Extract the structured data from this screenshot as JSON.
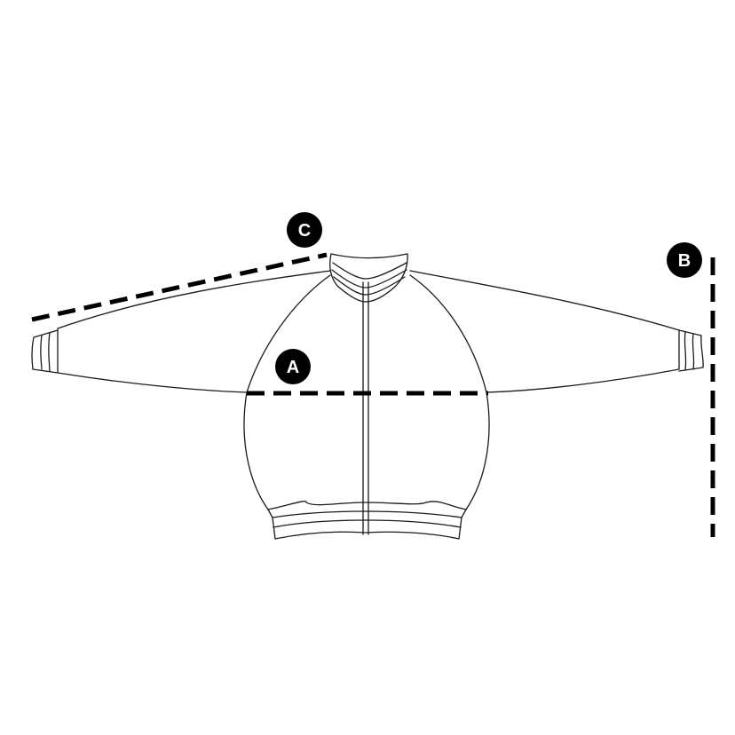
{
  "diagram": {
    "subject": "track jacket flat sketch",
    "colors": {
      "outline": "#1a1a1a",
      "measure_line": "#000000",
      "badge_bg": "#000000",
      "badge_text": "#ffffff",
      "background": "#ffffff"
    },
    "measurements": [
      {
        "id": "A",
        "label": "A",
        "meaning": "chest width",
        "orientation": "horizontal"
      },
      {
        "id": "B",
        "label": "B",
        "meaning": "body length",
        "orientation": "vertical"
      },
      {
        "id": "C",
        "label": "C",
        "meaning": "sleeve length",
        "orientation": "diagonal"
      }
    ]
  }
}
